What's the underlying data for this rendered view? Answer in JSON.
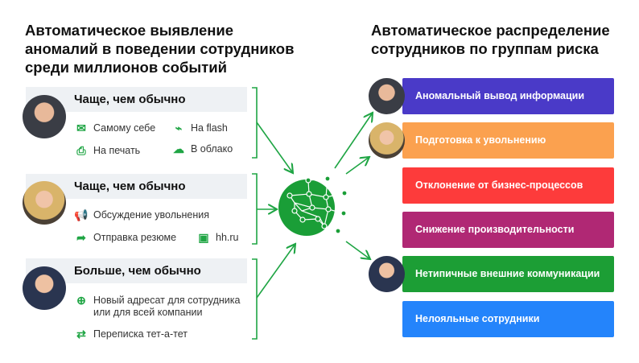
{
  "left_title": [
    "Автоматическое выявление",
    "аномалий в поведении сотрудников",
    "среди миллионов событий"
  ],
  "right_title": [
    "Автоматическое распределение",
    "сотрудников по группам риска"
  ],
  "cards": [
    {
      "header": "Чаще, чем обычно",
      "items": [
        {
          "icon": "email-self-icon",
          "label": "Самому себе"
        },
        {
          "icon": "flash-drive-icon",
          "label": "На flash"
        },
        {
          "icon": "printer-icon",
          "label": "На печать"
        },
        {
          "icon": "cloud-icon",
          "label": "В облако"
        }
      ]
    },
    {
      "header": "Чаще, чем обычно",
      "items": [
        {
          "icon": "megaphone-icon",
          "label": "Обсуждение увольнения"
        },
        {
          "icon": "share-arrow-icon",
          "label": "Отправка резюме"
        },
        {
          "icon": "id-card-icon",
          "label": "hh.ru"
        }
      ]
    },
    {
      "header": "Больше, чем обычно",
      "items": [
        {
          "icon": "plus-circle-icon",
          "label": "Новый адресат для сотрудника или для всей компании"
        },
        {
          "icon": "exchange-arrows-icon",
          "label": "Переписка тет-а-тет"
        }
      ]
    }
  ],
  "groups": [
    {
      "label": "Аномальный вывод информации",
      "color": "#4a3ac8"
    },
    {
      "label": "Подготовка к увольнению",
      "color": "#fba14f"
    },
    {
      "label": "Отклонение от бизнес-процессов",
      "color": "#fd3b3b"
    },
    {
      "label": "Снижение производительности",
      "color": "#b02874"
    },
    {
      "label": "Нетипичные внешние коммуникации",
      "color": "#1c9e35"
    },
    {
      "label": "Нелояльные сотрудники",
      "color": "#2484fb"
    }
  ],
  "accent": "#1fa544"
}
